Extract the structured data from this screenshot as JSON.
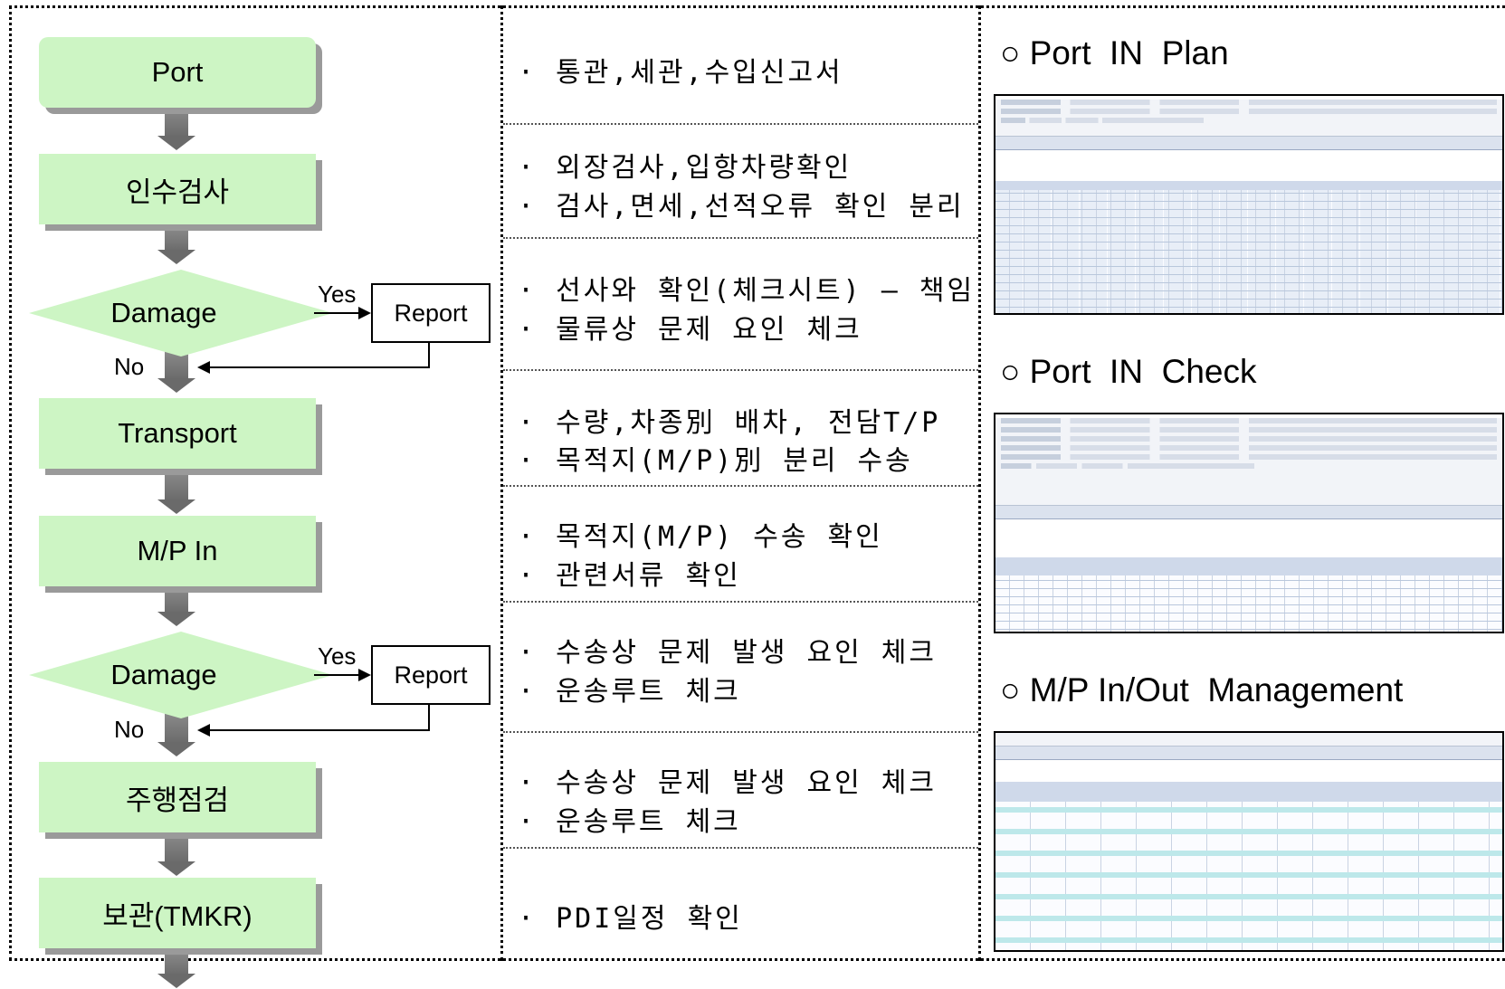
{
  "flowchart": {
    "steps": {
      "port": "Port",
      "inspection": "인수검사",
      "damage1": "Damage",
      "transport": "Transport",
      "mp_in": "M/P In",
      "damage2": "Damage",
      "road_check": "주행점검",
      "storage": "보관(TMKR)"
    },
    "yes_label": "Yes",
    "no_label": "No",
    "report_label": "Report"
  },
  "descriptions": [
    [
      "· 통관,세관,수입신고서"
    ],
    [
      "· 외장검사,입항차량확인",
      "· 검사,면세,선적오류 확인 분리"
    ],
    [
      "· 선사와 확인(체크시트) – 책임",
      "· 물류상 문제 요인 체크"
    ],
    [
      "· 수량,차종別 배차, 전담T/P",
      "· 목적지(M/P)別  분리 수송"
    ],
    [
      "· 목적지(M/P) 수송 확인",
      "· 관련서류 확인"
    ],
    [
      "· 수송상 문제 발생 요인 체크",
      "· 운송루트 체크"
    ],
    [
      "· 수송상 문제 발생 요인 체크",
      "· 운송루트 체크"
    ],
    [
      "· PDI일정 확인"
    ]
  ],
  "screens": [
    {
      "title": "○ Port  IN  Plan"
    },
    {
      "title": "○ Port  IN  Check"
    },
    {
      "title": "○ M/P In/Out  Management"
    }
  ]
}
